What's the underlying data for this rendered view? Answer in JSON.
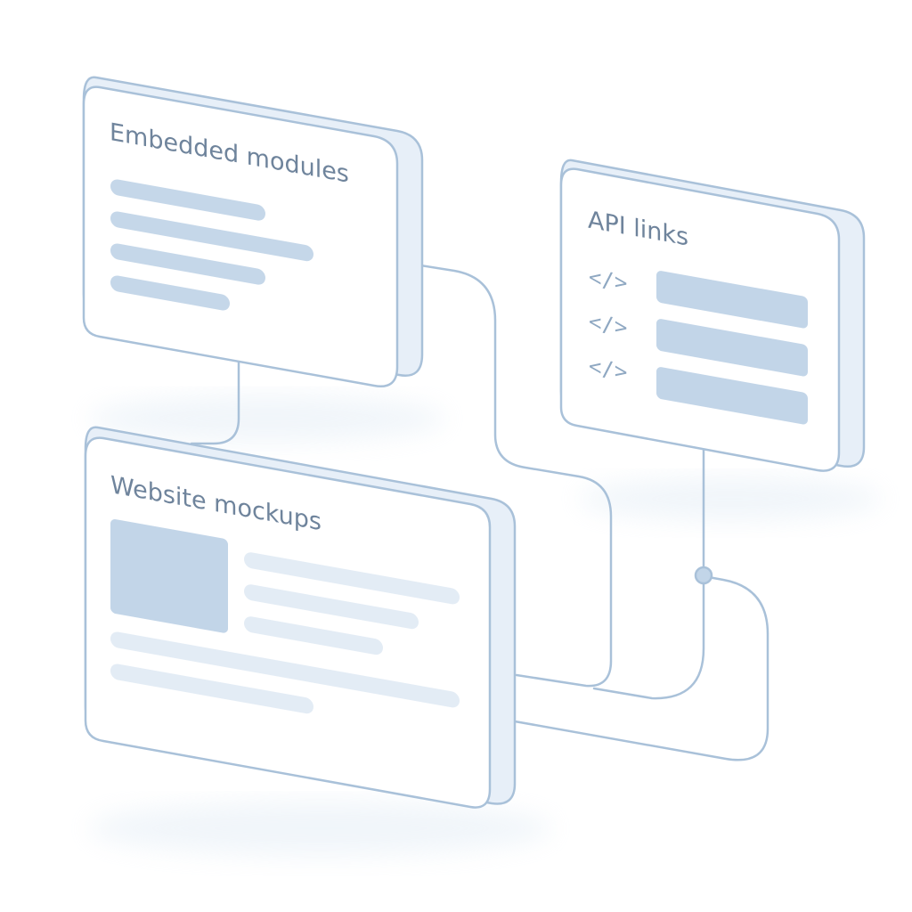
{
  "cards": {
    "embedded": {
      "title": "Embedded modules"
    },
    "api": {
      "title": "API links",
      "rows": [
        {
          "glyph": "</>"
        },
        {
          "glyph": "</>"
        },
        {
          "glyph": "</>"
        }
      ]
    },
    "website": {
      "title": "Website mockups"
    }
  },
  "colors": {
    "outline": "#a9c1d9",
    "connector": "#a9c1d9",
    "card_face": "#ffffff",
    "card_side": "#e7eff8",
    "text_bar": "#c5d7e9",
    "text_bar_light": "#e3ecf5",
    "image_placeholder": "#c2d5e8",
    "title_text": "#6f849c",
    "code_glyph": "#8fa8c2"
  },
  "icons": {
    "code": "code-brackets-icon",
    "junction": "connector-junction-dot"
  }
}
